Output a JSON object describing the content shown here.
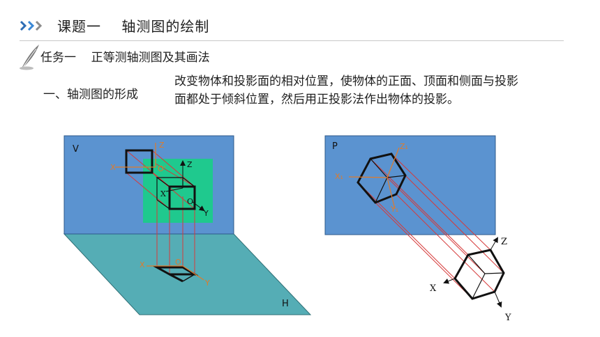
{
  "header": {
    "title": "课题一    轴测图的绘制"
  },
  "task": {
    "title": "任务一    正等测轴测图及其画法"
  },
  "section": {
    "subtitle": "一、轴测图的形成",
    "paragraph": "改变物体和投影面的相对位置，使物体的正面、顶面和侧面与投影面都处于倾斜位置，然后用正投影法作出物体的投影。"
  },
  "left_diagram": {
    "plane_v": "V",
    "plane_h": "H",
    "axis_z": "Z",
    "axis_x": "X",
    "axis_y": "Y",
    "origin_o": "O",
    "origin_o_prime": "O'"
  },
  "right_diagram": {
    "plane_p": "P",
    "axis_z1": "Z₁",
    "axis_x1": "X₁",
    "axis_y1": "Y₁",
    "axis_z": "Z",
    "axis_x": "X",
    "axis_y": "Y"
  },
  "colors": {
    "v_plane": "#5b93d0",
    "h_plane": "#55adb5",
    "green_plane": "#1fc98e",
    "projection_line": "#d63a3a",
    "axis_orange": "#e07b2a"
  }
}
